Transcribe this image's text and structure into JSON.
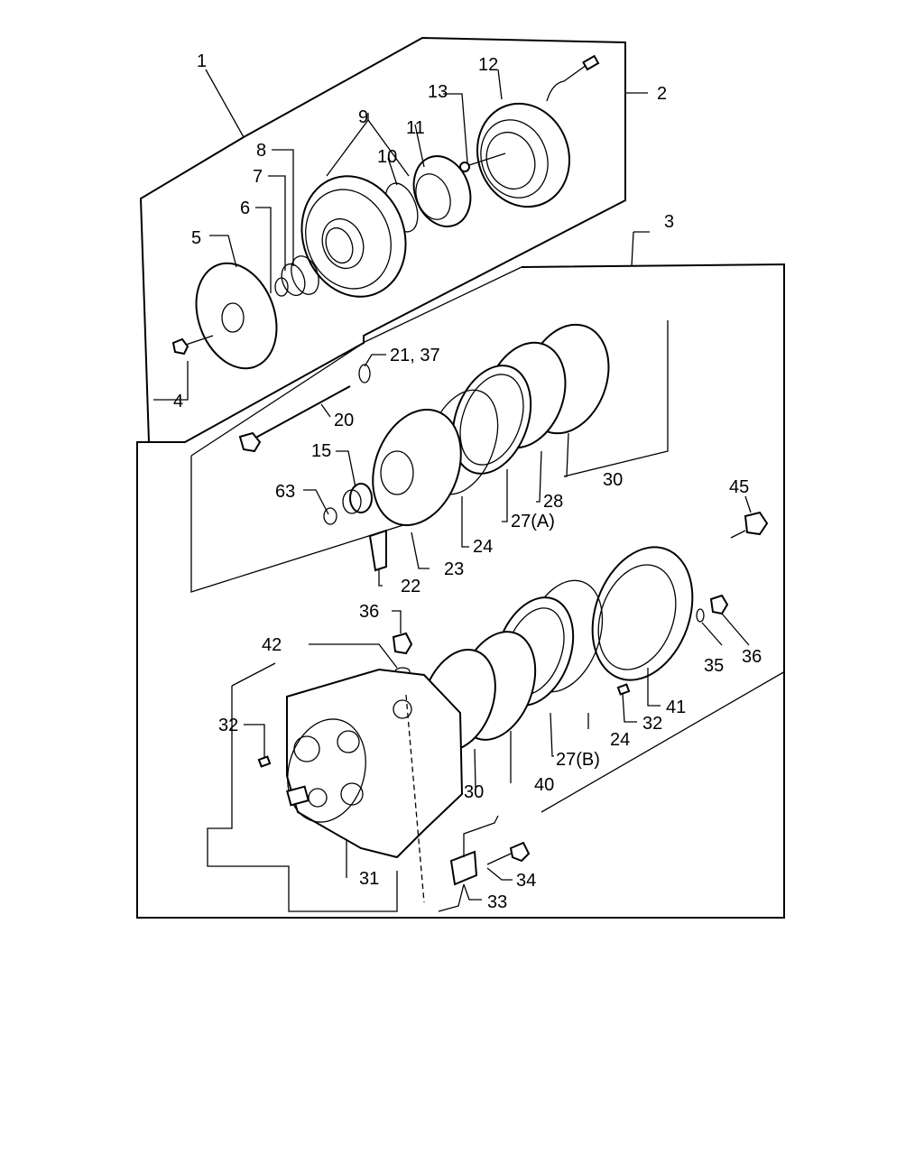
{
  "callouts": {
    "c1": "1",
    "c2": "2",
    "c3": "3",
    "c4": "4",
    "c5": "5",
    "c6": "6",
    "c7": "7",
    "c8": "8",
    "c9": "9",
    "c10": "10",
    "c11": "11",
    "c12": "12",
    "c13": "13",
    "c15": "15",
    "c20": "20",
    "c21_37": "21, 37",
    "c22": "22",
    "c23": "23",
    "c24a": "24",
    "c27a": "27(A)",
    "c28": "28",
    "c30a": "30",
    "c63": "63",
    "c45": "45",
    "c36a": "36",
    "c42": "42",
    "c35": "35",
    "c36b": "36",
    "c32a": "32",
    "c41": "41",
    "c32b": "32",
    "c24b": "24",
    "c27b": "27(B)",
    "c30b": "30",
    "c40": "40",
    "c31": "31",
    "c34": "34",
    "c33": "33"
  }
}
